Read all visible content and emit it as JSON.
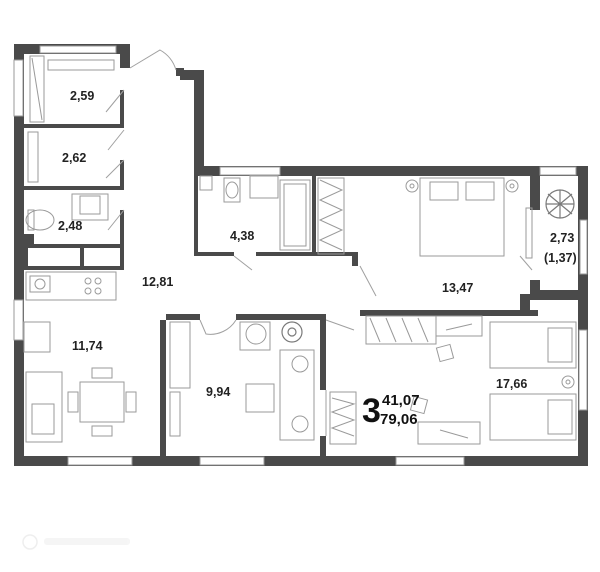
{
  "rooms": {
    "wardrobe": "2,59",
    "wc": "2,62",
    "bath_small": "2,48",
    "bathroom": "4,38",
    "hall": "12,81",
    "bedroom_main": "13,47",
    "balcony": "2,73",
    "balcony_reduced": "(1,37)",
    "kitchen": "11,74",
    "bedroom_small": "9,94",
    "bedroom_kids": "17,66"
  },
  "summary": {
    "rooms_count": "3",
    "living_area": "41,07",
    "total_area": "79,06"
  },
  "colors": {
    "wall": "#4a4a4a",
    "furniture": "#9a9a9a"
  }
}
